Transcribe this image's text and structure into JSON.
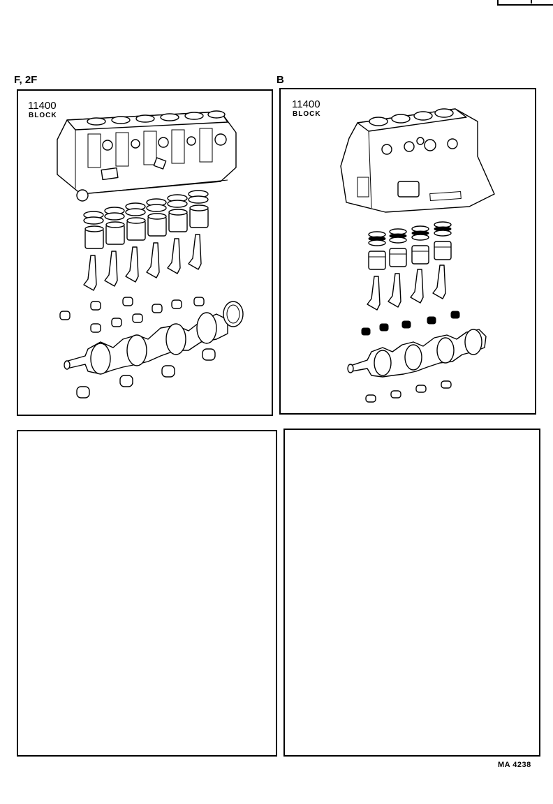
{
  "panels": [
    {
      "variant": "F, 2F",
      "part_number": "11400",
      "part_name": "BLOCK",
      "illustration_icon": "engine-short-block-6cyl-icon"
    },
    {
      "variant": "B",
      "part_number": "11400",
      "part_name": "BLOCK",
      "illustration_icon": "engine-short-block-4cyl-icon"
    },
    {
      "variant": "",
      "part_number": "",
      "part_name": ""
    },
    {
      "variant": "",
      "part_number": "",
      "part_name": ""
    }
  ],
  "footer": {
    "code": "MA 4238"
  }
}
